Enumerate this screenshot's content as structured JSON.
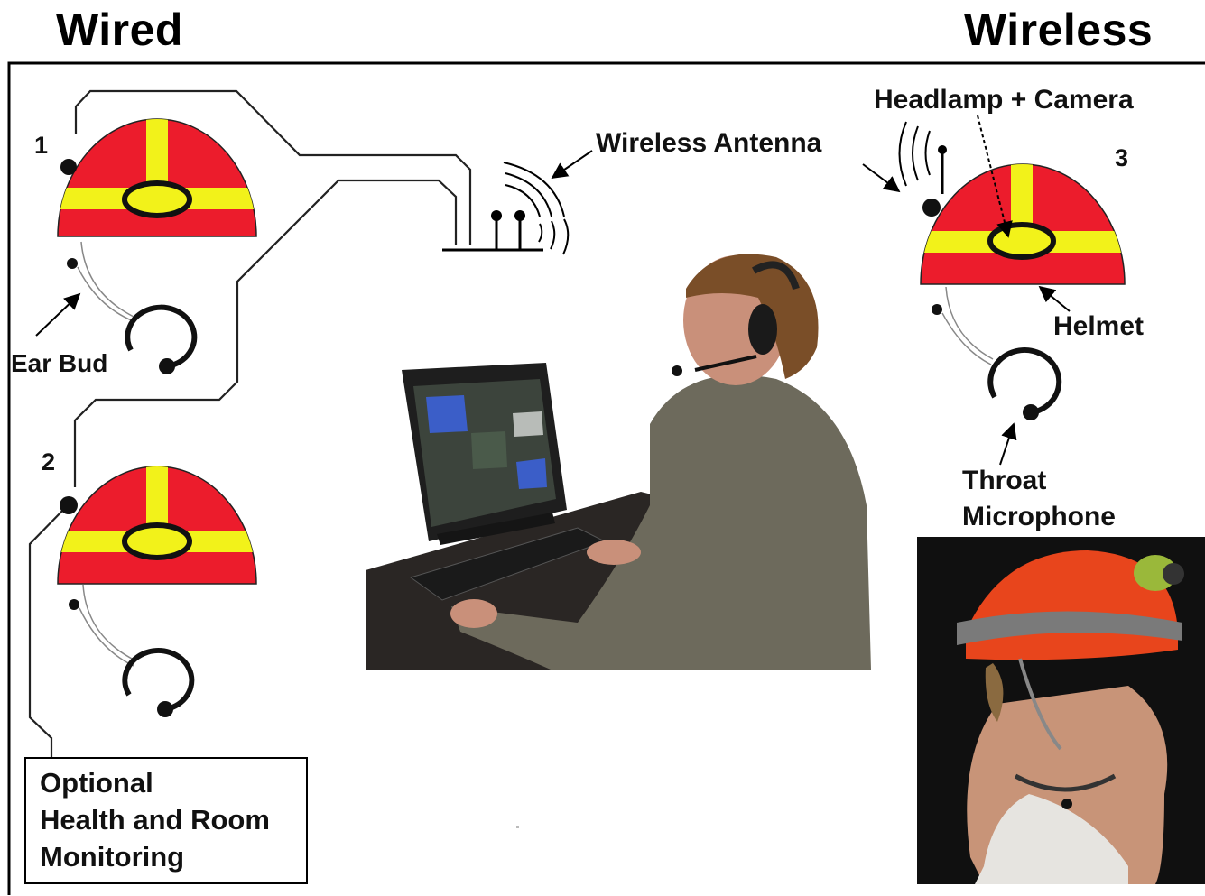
{
  "headings": {
    "left": "Wired",
    "right": "Wireless"
  },
  "helmet_numbers": [
    "1",
    "2",
    "3"
  ],
  "labels": {
    "ear_bud": "Ear Bud",
    "wireless_antenna": "Wireless Antenna",
    "headlamp_camera": "Headlamp + Camera",
    "helmet": "Helmet",
    "throat_mic_line1": "Throat",
    "throat_mic_line2": "Microphone"
  },
  "monitoring_box": {
    "line1": "Optional",
    "line2": "Health and Room",
    "line3": "Monitoring"
  },
  "colors": {
    "helmet_red": "#ec1c2c",
    "stripe_yellow": "#f2f21a",
    "line_black": "#000000"
  },
  "icons": [
    "helmet-icon",
    "headlamp-icon",
    "ear-bud-icon",
    "throat-microphone-icon",
    "antenna-icon",
    "wireless-signal-icon"
  ]
}
